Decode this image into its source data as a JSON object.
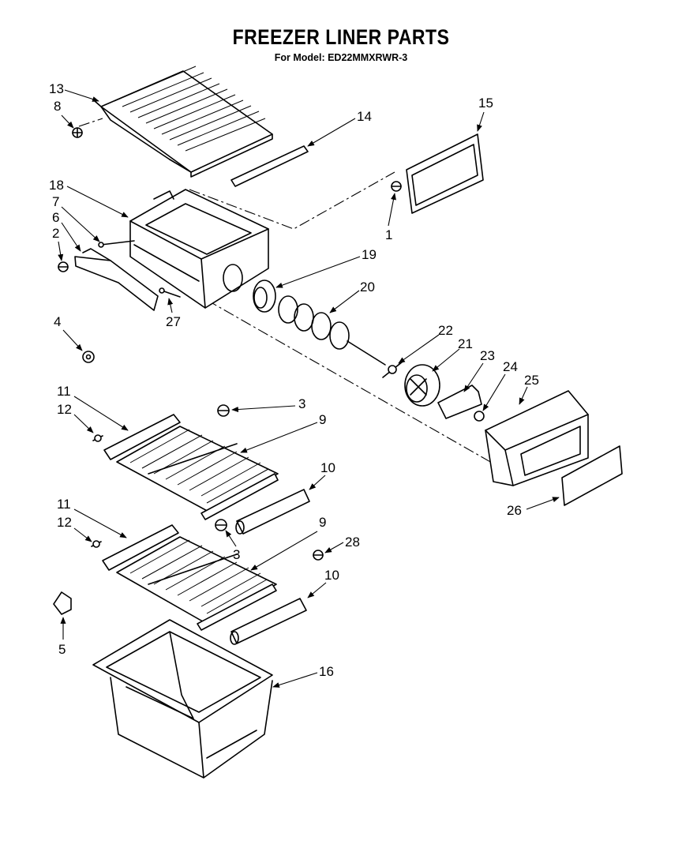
{
  "title": "FREEZER LINER PARTS",
  "subtitle": "For Model: ED22MMXRWR-3",
  "callouts": {
    "c1": "1",
    "c2": "2",
    "c3a": "3",
    "c3b": "3",
    "c4": "4",
    "c5": "5",
    "c6": "6",
    "c7": "7",
    "c8": "8",
    "c9a": "9",
    "c9b": "9",
    "c10a": "10",
    "c10b": "10",
    "c11a": "11",
    "c11b": "11",
    "c12a": "12",
    "c12b": "12",
    "c13": "13",
    "c14": "14",
    "c15": "15",
    "c16": "16",
    "c18": "18",
    "c19": "19",
    "c20": "20",
    "c21": "21",
    "c22": "22",
    "c23": "23",
    "c24": "24",
    "c25": "25",
    "c26": "26",
    "c27": "27",
    "c28": "28"
  }
}
